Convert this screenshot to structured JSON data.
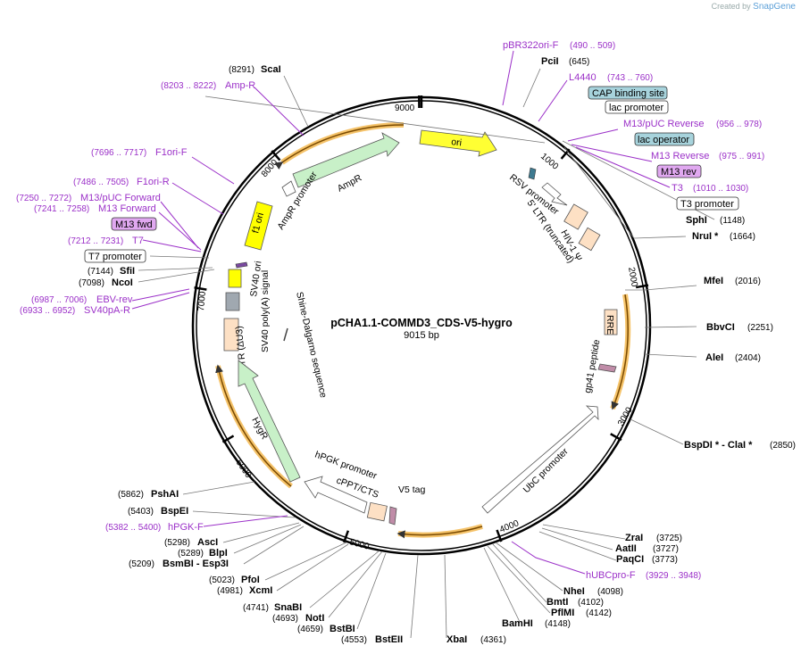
{
  "credit": {
    "prefix": "Created by",
    "brand": "SnapGene"
  },
  "plasmid": {
    "name": "pCHA1.1-COMMD3_CDS-V5-hygro",
    "size": "9015 bp"
  },
  "ticks": [
    "9000",
    "1000",
    "2000",
    "3000",
    "4000",
    "5000",
    "6000",
    "7000",
    "8000"
  ],
  "enzymes": [
    {
      "name": "ScaI",
      "pos": "(8291)"
    },
    {
      "name": "PciI",
      "pos": "(645)"
    },
    {
      "name": "SphI",
      "pos": "(1148)"
    },
    {
      "name": "NruI *",
      "pos": "(1664)"
    },
    {
      "name": "MfeI",
      "pos": "(2016)"
    },
    {
      "name": "BbvCI",
      "pos": "(2251)"
    },
    {
      "name": "AleI",
      "pos": "(2404)"
    },
    {
      "name": "BspDI * - ClaI *",
      "pos": "(2850)"
    },
    {
      "name": "ZraI",
      "pos": "(3725)"
    },
    {
      "name": "AatII",
      "pos": "(3727)"
    },
    {
      "name": "PaqCI",
      "pos": "(3773)"
    },
    {
      "name": "NheI",
      "pos": "(4098)"
    },
    {
      "name": "BmtI",
      "pos": "(4102)"
    },
    {
      "name": "PflMI",
      "pos": "(4142)"
    },
    {
      "name": "BamHI",
      "pos": "(4148)"
    },
    {
      "name": "XbaI",
      "pos": "(4361)"
    },
    {
      "name": "BstEII",
      "pos": "(4553)"
    },
    {
      "name": "BstBI",
      "pos": "(4659)"
    },
    {
      "name": "NotI",
      "pos": "(4693)"
    },
    {
      "name": "SnaBI",
      "pos": "(4741)"
    },
    {
      "name": "XcmI",
      "pos": "(4981)"
    },
    {
      "name": "PfoI",
      "pos": "(5023)"
    },
    {
      "name": "BsmBI - Esp3I",
      "pos": "(5209)"
    },
    {
      "name": "BlpI",
      "pos": "(5289)"
    },
    {
      "name": "AscI",
      "pos": "(5298)"
    },
    {
      "name": "BspEI",
      "pos": "(5403)"
    },
    {
      "name": "PshAI",
      "pos": "(5862)"
    },
    {
      "name": "NcoI",
      "pos": "(7098)"
    },
    {
      "name": "SfiI",
      "pos": "(7144)"
    }
  ],
  "primers": [
    {
      "name": "pBR322ori-F",
      "range": "(490 .. 509)"
    },
    {
      "name": "L4440",
      "range": "(743 .. 760)"
    },
    {
      "name": "M13/pUC Reverse",
      "range": "(956 .. 978)"
    },
    {
      "name": "M13 Reverse",
      "range": "(975 .. 991)"
    },
    {
      "name": "T3",
      "range": "(1010 .. 1030)"
    },
    {
      "name": "hUBCpro-F",
      "range": "(3929 .. 3948)"
    },
    {
      "name": "hPGK-F",
      "range": "(5382 .. 5400)"
    },
    {
      "name": "SV40pA-R",
      "range": "(6933 .. 6952)"
    },
    {
      "name": "EBV-rev",
      "range": "(6987 .. 7006)"
    },
    {
      "name": "T7",
      "range": "(7212 .. 7231)"
    },
    {
      "name": "M13 Forward",
      "range": "(7241 .. 7258)"
    },
    {
      "name": "M13/pUC Forward",
      "range": "(7250 .. 7272)"
    },
    {
      "name": "F1ori-R",
      "range": "(7486 .. 7505)"
    },
    {
      "name": "F1ori-F",
      "range": "(7696 .. 7717)"
    },
    {
      "name": "Amp-R",
      "range": "(8203 .. 8222)"
    }
  ],
  "boxes": [
    {
      "text": "CAP binding site",
      "fill": "#a7d3dc"
    },
    {
      "text": "lac promoter",
      "fill": "#ffffff"
    },
    {
      "text": "lac operator",
      "fill": "#a7d3dc"
    },
    {
      "text": "M13 rev",
      "fill": "#e0a8f0"
    },
    {
      "text": "T3 promoter",
      "fill": "#ffffff"
    },
    {
      "text": "T7 promoter",
      "fill": "#ffffff"
    },
    {
      "text": "M13 fwd",
      "fill": "#e0a8f0"
    }
  ],
  "features": [
    "ori",
    "RSV promoter",
    "5' LTR (truncated)",
    "HIV-1 Ψ",
    "RRE",
    "gp41 peptide",
    "UbC promoter",
    "V5 tag",
    "cPPT/CTS",
    "hPGK promoter",
    "HygR",
    "3' LTR (ΔU3)",
    "SV40 poly(A) signal",
    "SV40 ori",
    "f1 ori",
    "AmpR promoter",
    "AmpR",
    "Shine-Dalgarno sequence"
  ],
  "colors": {
    "purple": "#9b30c8",
    "ori": "#ffff00",
    "amp": "#c8f0c8",
    "ltr": "#fde0c4",
    "highlight": "#f5a623"
  }
}
